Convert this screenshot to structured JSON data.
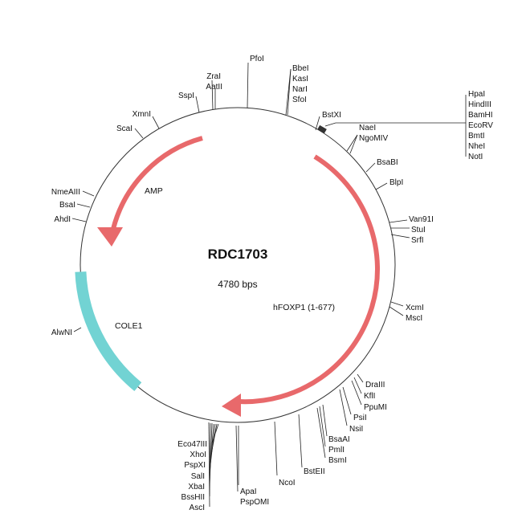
{
  "plasmid": {
    "name": "RDC1703",
    "size_label": "4780 bps"
  },
  "colors": {
    "backbone": "#333333",
    "gene": "#e8696b",
    "origin": "#72d3d3",
    "mcs": "#333333"
  },
  "features": [
    {
      "id": "amp",
      "label": "AMP"
    },
    {
      "id": "hfoxp1",
      "label": "hFOXP1 (1-677)"
    },
    {
      "id": "cole1",
      "label": "COLE1"
    }
  ],
  "sites": {
    "pfo": "PfoI",
    "top_right_group": [
      "BbeI",
      "KasI",
      "NarI",
      "SfoI"
    ],
    "bstxi": "BstXI",
    "mcs_group": [
      "HpaI",
      "HindIII",
      "BamHI",
      "EcoRV",
      "BmtI",
      "NheI",
      "NotI"
    ],
    "nae_group": [
      "NaeI",
      "NgoMIV"
    ],
    "bsabi": "BsaBI",
    "blpi": "BlpI",
    "right_group": [
      "Van91I",
      "StuI",
      "SrfI"
    ],
    "xcm_group": [
      "XcmI",
      "MscI"
    ],
    "lower_right_1": [
      "DraIII",
      "KflI",
      "PpuMI"
    ],
    "lower_right_2": [
      "PsiI",
      "NsiI"
    ],
    "lower_right_3": [
      "BsaAI",
      "PmlI",
      "BsmI"
    ],
    "bsteii": "BstEII",
    "ncoi": "NcoI",
    "apai_group": [
      "ApaI",
      "PspOMI"
    ],
    "bottom_left_group": [
      "Eco47III",
      "XhoI",
      "PspXI",
      "SalI",
      "XbaI",
      "BssHII",
      "AscI"
    ],
    "alwni": "AlwNI",
    "left_group": [
      "NmeAIII",
      "BsaI",
      "AhdI"
    ],
    "scai": "ScaI",
    "xmni": "XmnI",
    "sspi": "SspI",
    "top_left_group": [
      "ZraI",
      "AatII"
    ]
  }
}
